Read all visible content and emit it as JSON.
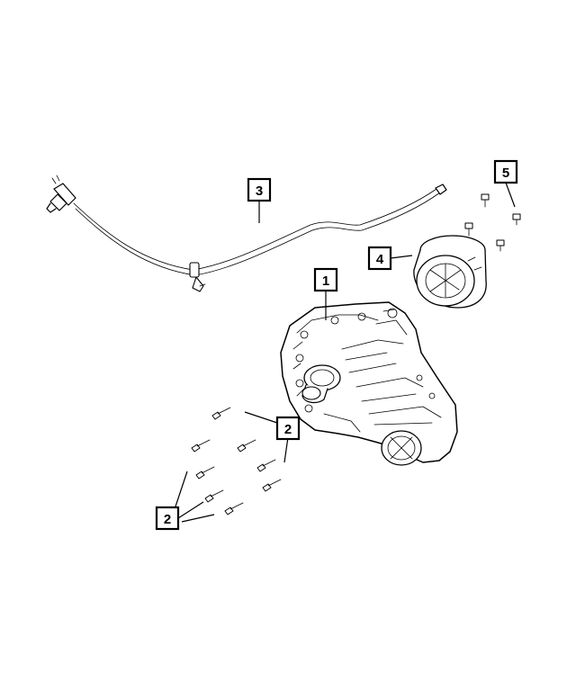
{
  "callouts": {
    "c1": "1",
    "c2a": "2",
    "c2b": "2",
    "c3": "3",
    "c4": "4",
    "c5": "5"
  },
  "parts": {
    "transfer_case": "transfer-case",
    "wiring_harness": "wiring-harness",
    "encoder_motor": "encoder-motor",
    "mounting_bolts": "bolt",
    "motor_bolts": "bolt"
  },
  "colors": {
    "line": "#000000",
    "background": "#ffffff"
  }
}
